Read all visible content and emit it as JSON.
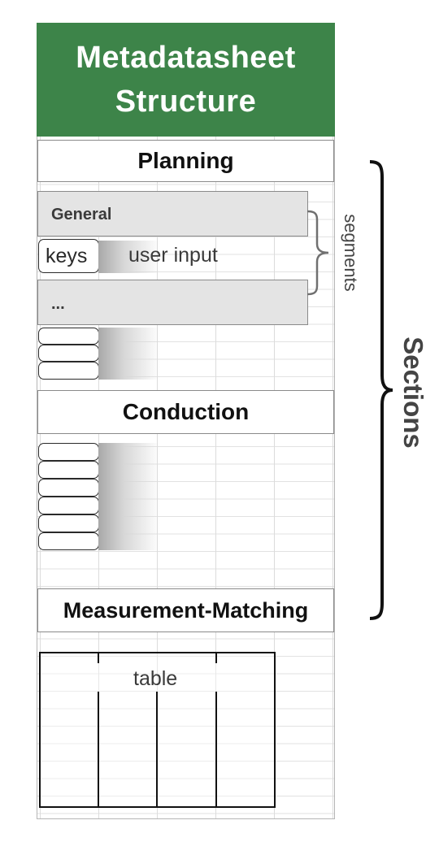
{
  "title": "Metadatasheet\nStructure",
  "sections": {
    "planning": "Planning",
    "conduction": "Conduction",
    "measurement_matching": "Measurement-Matching"
  },
  "segments": {
    "general": "General",
    "ellipsis": "..."
  },
  "keys_label": "keys",
  "user_input_label": "user input",
  "table_label": "table",
  "segments_label": "segments",
  "sections_label": "Sections",
  "colors": {
    "header_green": "#3d8449",
    "segment_gray": "#e4e4e4",
    "brace_dark": "#111111",
    "brace_gray": "#707070"
  }
}
